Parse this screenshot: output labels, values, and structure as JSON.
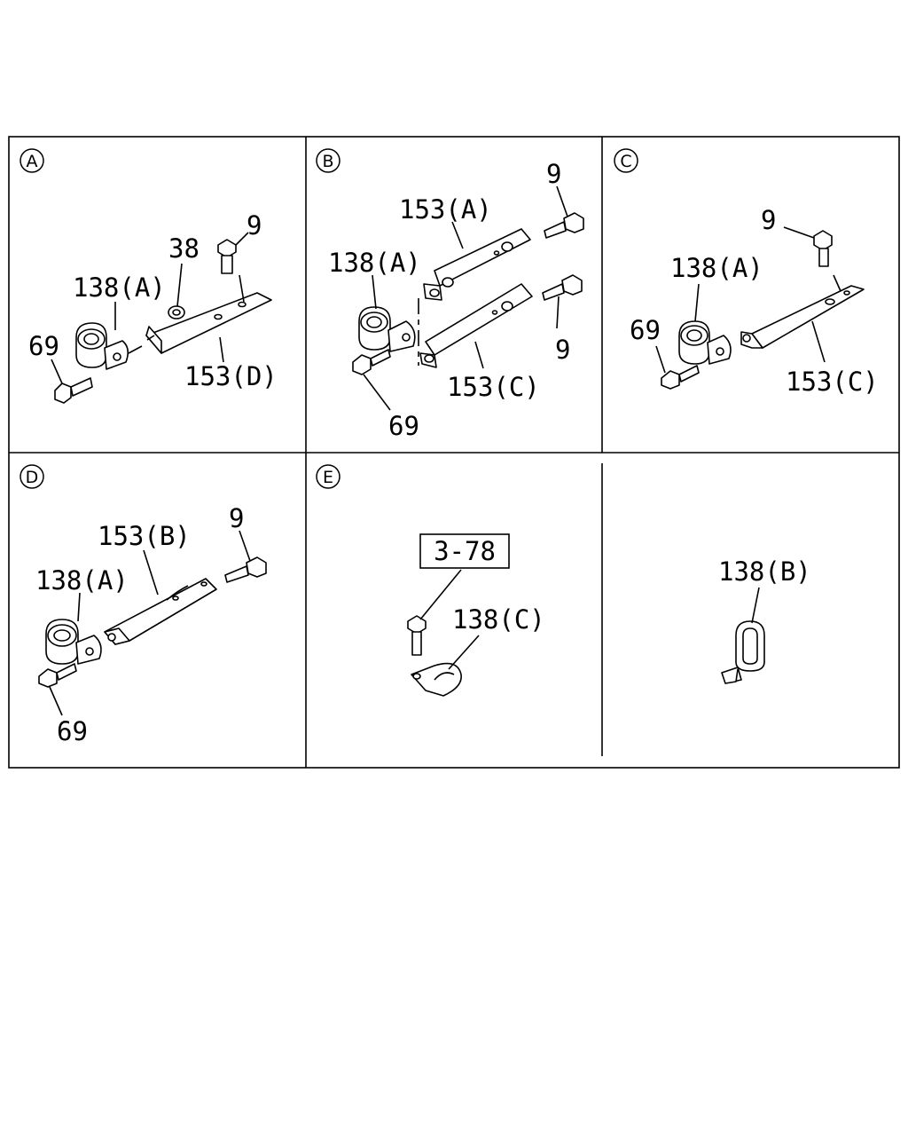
{
  "panels": [
    {
      "id": "A",
      "labels": [
        "9",
        "38",
        "138(A)",
        "69",
        "153(D)"
      ]
    },
    {
      "id": "B",
      "labels": [
        "9",
        "153(A)",
        "138(A)",
        "9",
        "153(C)",
        "69"
      ]
    },
    {
      "id": "C",
      "labels": [
        "9",
        "138(A)",
        "69",
        "153(C)"
      ]
    },
    {
      "id": "D",
      "labels": [
        "9",
        "153(B)",
        "138(A)",
        "69"
      ]
    },
    {
      "id": "E",
      "labels": [
        "3-78",
        "138(C)"
      ]
    },
    {
      "id": "",
      "labels": [
        "138(B)"
      ]
    }
  ]
}
